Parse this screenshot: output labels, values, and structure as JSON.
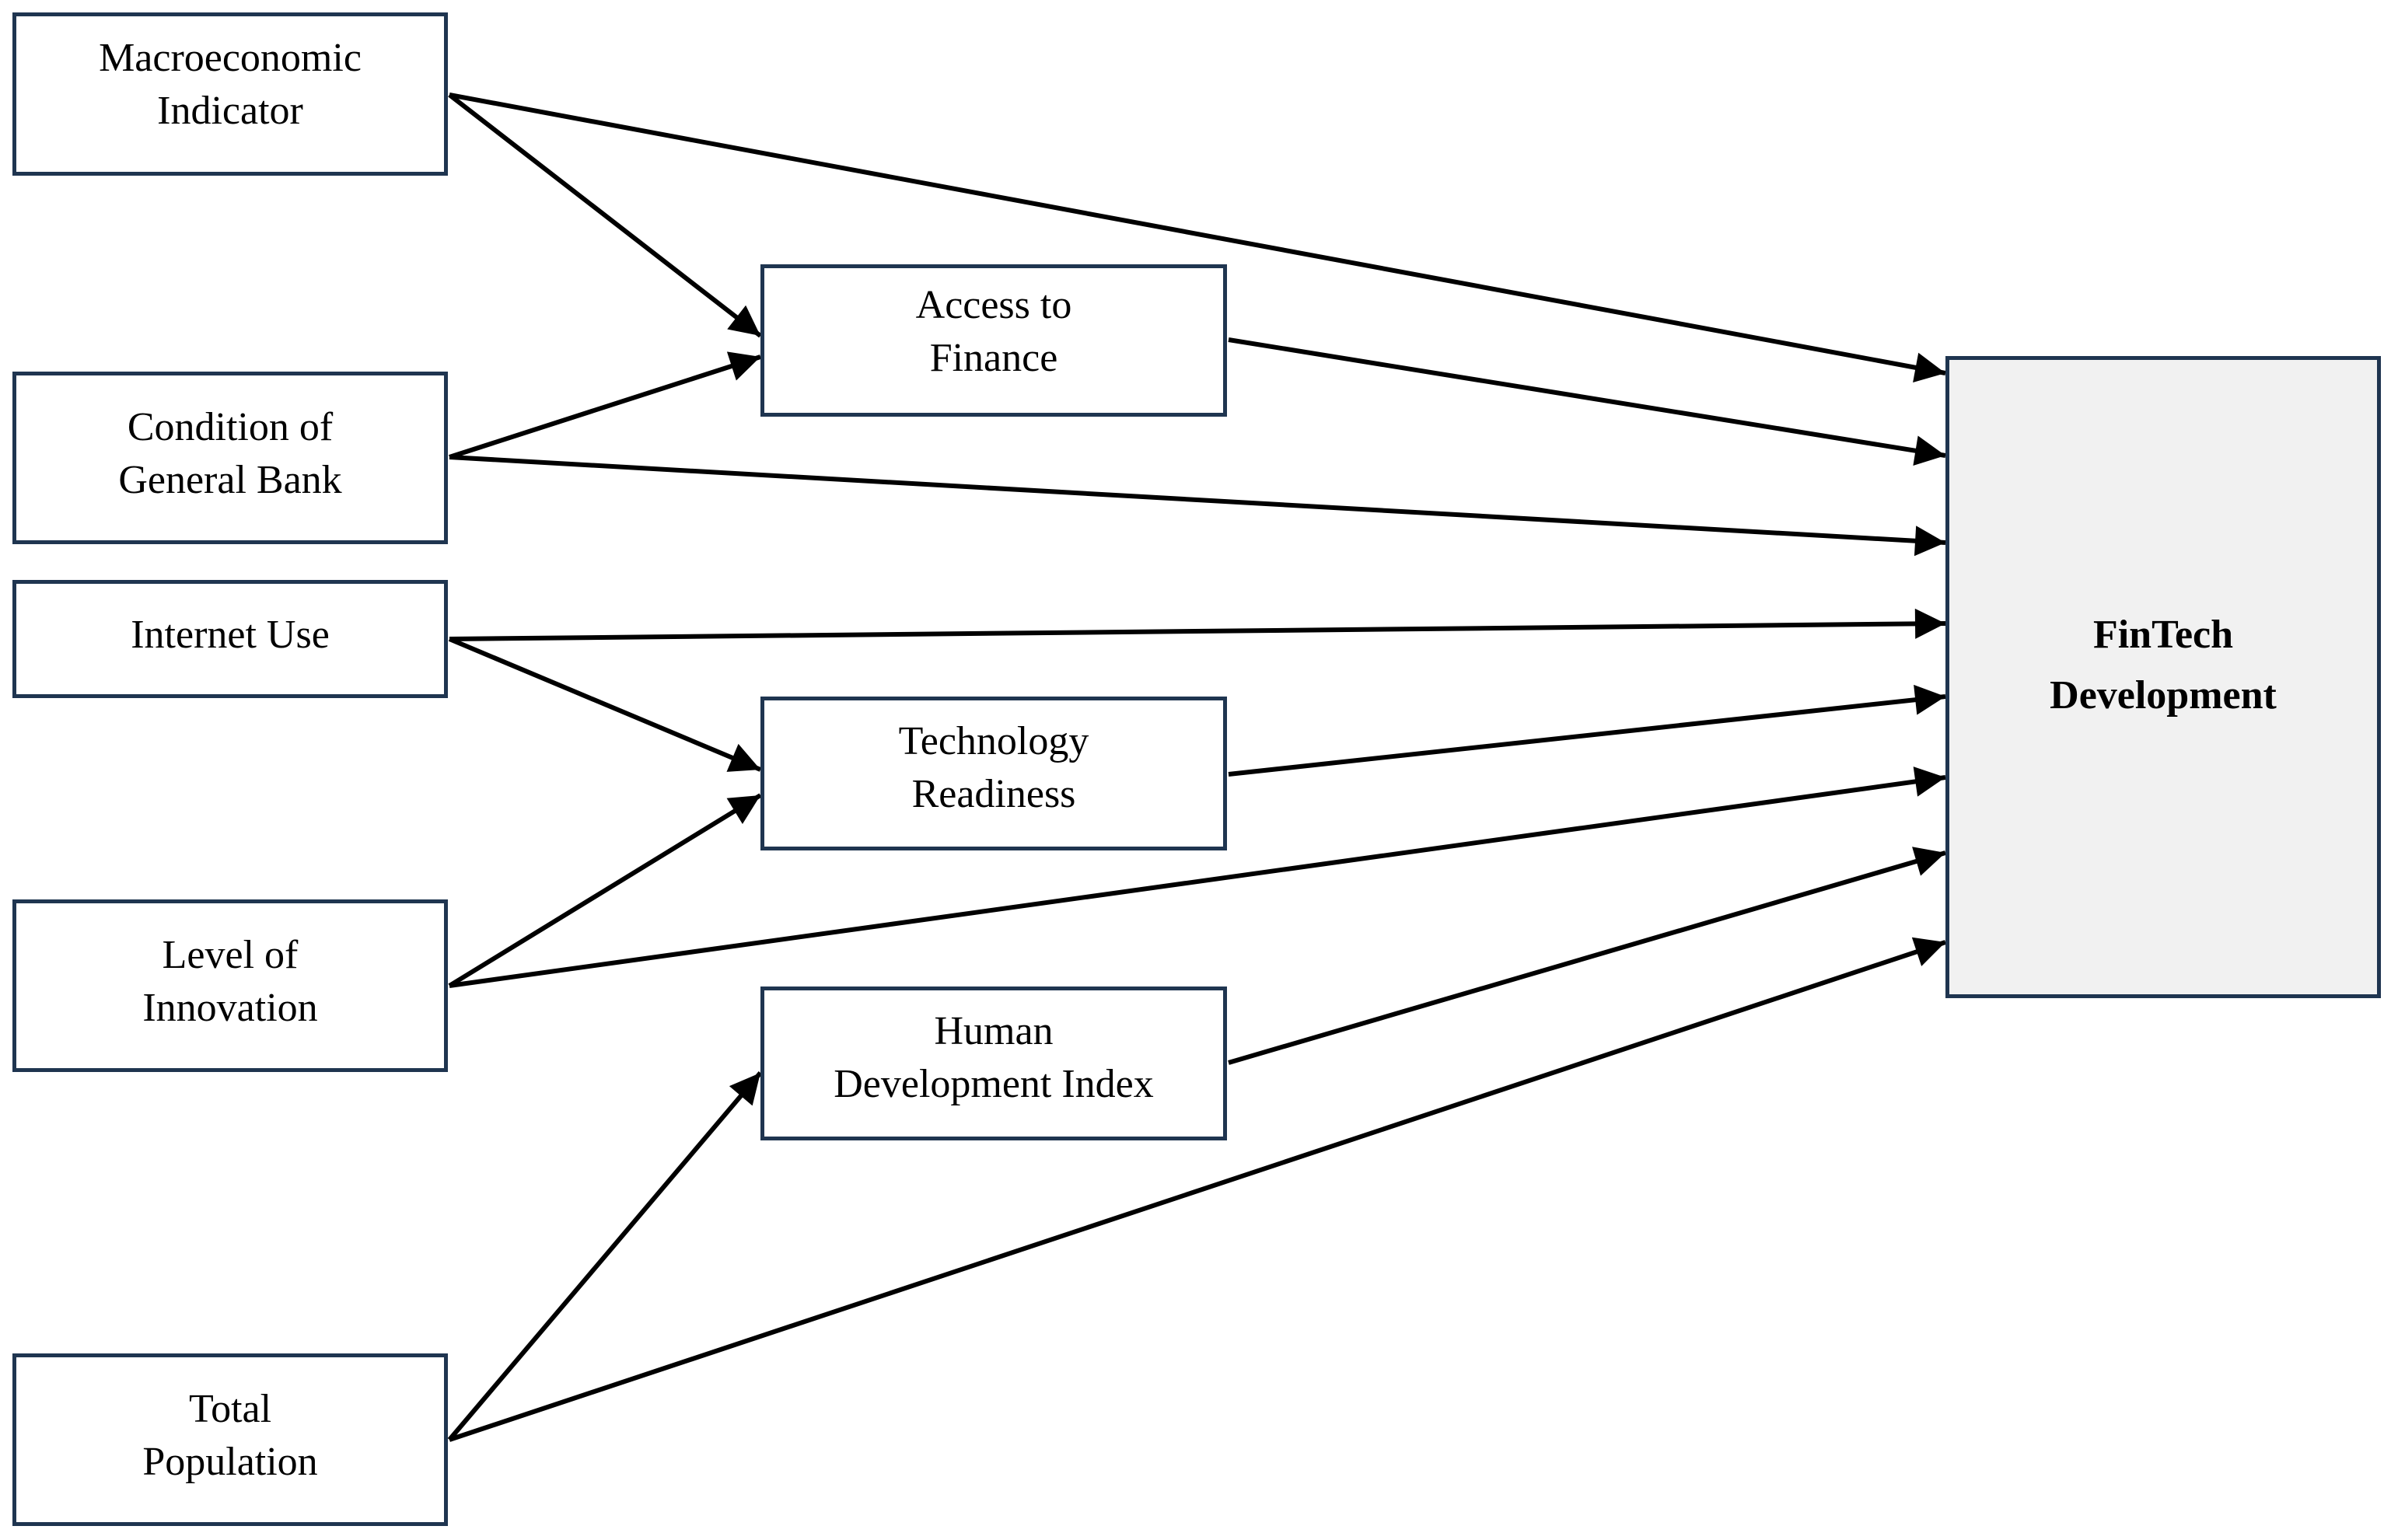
{
  "colors": {
    "border": "#1f3550",
    "arrow": "#000000",
    "outcome_fill": "#f1f1f1",
    "box_fill": "#ffffff"
  },
  "nodes": {
    "macroeconomic_indicator": {
      "lines": [
        "Macroeconomic",
        "Indicator"
      ]
    },
    "condition_of_general_bank": {
      "lines": [
        "Condition of",
        "General Bank"
      ]
    },
    "internet_use": {
      "lines": [
        "Internet Use"
      ]
    },
    "level_of_innovation": {
      "lines": [
        "Level of",
        "Innovation"
      ]
    },
    "total_population": {
      "lines": [
        "Total",
        "Population"
      ]
    },
    "access_to_finance": {
      "lines": [
        "Access to",
        "Finance"
      ]
    },
    "technology_readiness": {
      "lines": [
        "Technology",
        "Readiness"
      ]
    },
    "human_development_index": {
      "lines": [
        "Human",
        "Development Index"
      ]
    },
    "fintech_development": {
      "lines": [
        "FinTech",
        "Development"
      ]
    }
  },
  "edges": [
    {
      "from": "macroeconomic_indicator",
      "to": "access_to_finance"
    },
    {
      "from": "macroeconomic_indicator",
      "to": "fintech_development"
    },
    {
      "from": "condition_of_general_bank",
      "to": "access_to_finance"
    },
    {
      "from": "condition_of_general_bank",
      "to": "fintech_development"
    },
    {
      "from": "access_to_finance",
      "to": "fintech_development"
    },
    {
      "from": "internet_use",
      "to": "fintech_development"
    },
    {
      "from": "internet_use",
      "to": "technology_readiness"
    },
    {
      "from": "technology_readiness",
      "to": "fintech_development"
    },
    {
      "from": "level_of_innovation",
      "to": "technology_readiness"
    },
    {
      "from": "level_of_innovation",
      "to": "fintech_development"
    },
    {
      "from": "human_development_index",
      "to": "fintech_development"
    },
    {
      "from": "total_population",
      "to": "human_development_index"
    },
    {
      "from": "total_population",
      "to": "fintech_development"
    }
  ]
}
